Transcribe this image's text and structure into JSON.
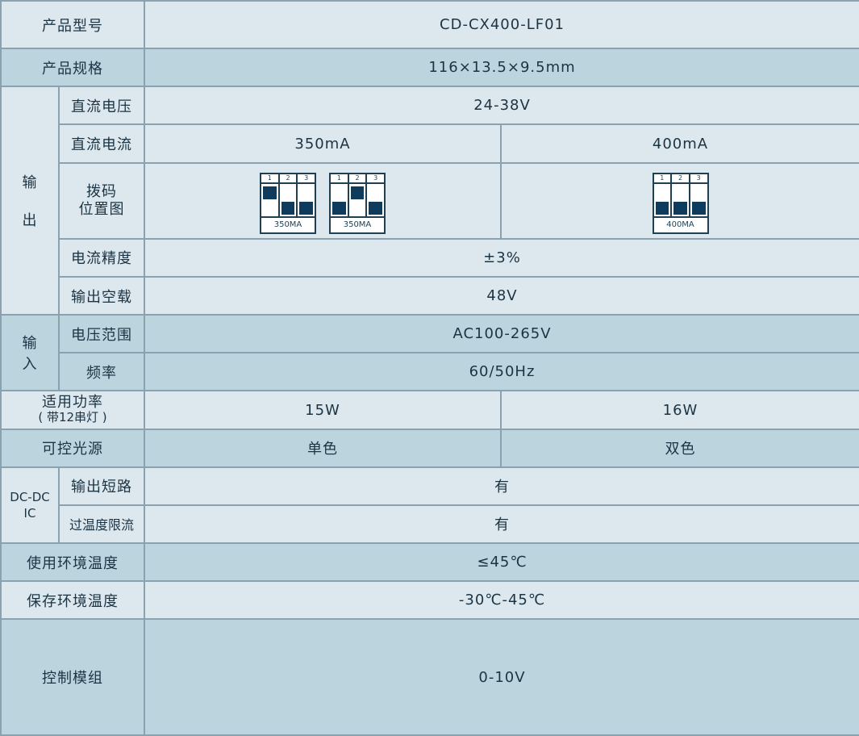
{
  "spec_table": {
    "model": {
      "label": "产品型号",
      "value": "CD-CX400-LF01"
    },
    "size": {
      "label": "产品规格",
      "value": "116×13.5×9.5mm"
    },
    "output": {
      "group_label_1": "输",
      "group_label_2": "出",
      "dc_voltage": {
        "label": "直流电压",
        "value": "24-38V"
      },
      "dc_current": {
        "label": "直流电流",
        "value_a": "350mA",
        "value_b": "400mA"
      },
      "dip": {
        "label_line1": "拨码",
        "label_line2": "位置图",
        "switch_numbers": [
          "1",
          "2",
          "3"
        ],
        "diagrams": [
          {
            "label": "350MA",
            "positions": [
              "up",
              "down",
              "down"
            ]
          },
          {
            "label": "350MA",
            "positions": [
              "down",
              "up",
              "down"
            ]
          },
          {
            "label": "400MA",
            "positions": [
              "down",
              "down",
              "down"
            ]
          }
        ]
      },
      "accuracy": {
        "label": "电流精度",
        "value": "±3%"
      },
      "no_load": {
        "label": "输出空载",
        "value": "48V"
      }
    },
    "input": {
      "group_label_1": "输",
      "group_label_2": "入",
      "voltage_range": {
        "label": "电压范围",
        "value": "AC100-265V"
      },
      "frequency": {
        "label": "频率",
        "value": "60/50Hz"
      }
    },
    "power": {
      "label_line1": "适用功率",
      "label_line2": "( 带12串灯 )",
      "value_a": "15W",
      "value_b": "16W"
    },
    "light_source": {
      "label": "可控光源",
      "value_a": "单色",
      "value_b": "双色"
    },
    "dcdc": {
      "group_label_1": "DC-DC",
      "group_label_2": "IC",
      "short_circuit": {
        "label": "输出短路",
        "value": "有"
      },
      "over_temp": {
        "label": "过温度限流",
        "value": "有"
      }
    },
    "operating_temp": {
      "label": "使用环境温度",
      "value": "≤45℃"
    },
    "storage_temp": {
      "label": "保存环境温度",
      "value": "-30℃-45℃"
    },
    "control_module": {
      "label": "控制模组",
      "value": "0-10V"
    }
  }
}
